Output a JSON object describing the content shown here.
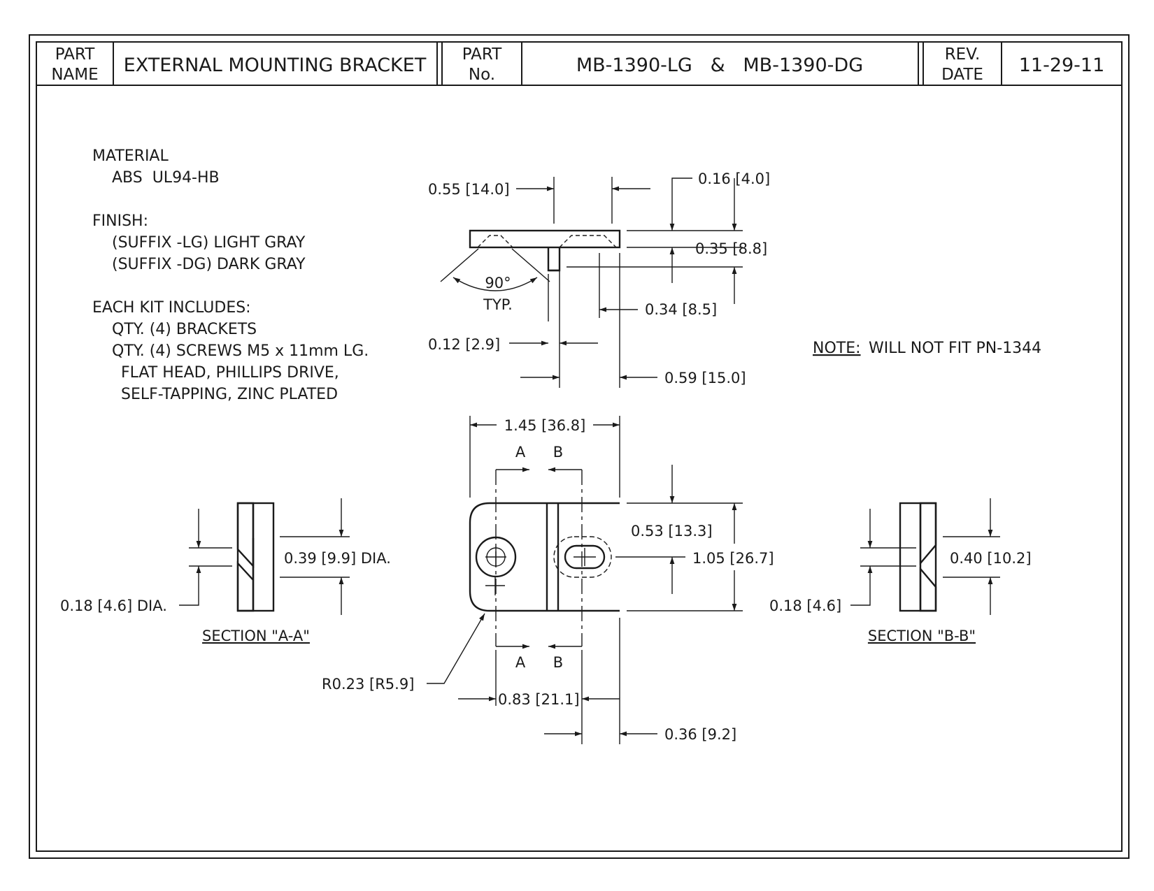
{
  "title_block": {
    "part_name_label_1": "PART",
    "part_name_label_2": "NAME",
    "part_name": "EXTERNAL MOUNTING BRACKET",
    "part_no_label_1": "PART",
    "part_no_label_2": "No.",
    "part_no": "MB-1390-LG   &   MB-1390-DG",
    "rev_label_1": "REV.",
    "rev_label_2": "DATE",
    "rev_date": "11-29-11"
  },
  "notes": {
    "material_heading": "MATERIAL",
    "material": "ABS  UL94-HB",
    "finish_heading": "FINISH:",
    "finish_lg": "(SUFFIX -LG) LIGHT GRAY",
    "finish_dg": "(SUFFIX -DG) DARK GRAY",
    "kit_heading": "EACH KIT INCLUDES:",
    "kit_1": "QTY. (4) BRACKETS",
    "kit_2": "QTY. (4) SCREWS M5 x 11mm LG.",
    "kit_3": "FLAT HEAD, PHILLIPS DRIVE,",
    "kit_4": "SELF-TAPPING, ZINC PLATED",
    "fit_note_label": "NOTE:",
    "fit_note": "WILL NOT FIT PN-1344"
  },
  "dimensions": {
    "d_055": "0.55 [14.0]",
    "d_016": "0.16 [4.0]",
    "d_035": "0.35 [8.8]",
    "angle": "90°",
    "angle_typ": "TYP.",
    "d_034": "0.34 [8.5]",
    "d_012": "0.12 [2.9]",
    "d_059": "0.59 [15.0]",
    "d_145": "1.45 [36.8]",
    "d_053": "0.53 [13.3]",
    "d_105": "1.05 [26.7]",
    "d_r023": "R0.23 [R5.9]",
    "d_083": "0.83 [21.1]",
    "d_036": "0.36 [9.2]",
    "d_039": "0.39 [9.9] DIA.",
    "d_018_dia": "0.18 [4.6] DIA.",
    "d_040": "0.40 [10.2]",
    "d_018": "0.18 [4.6]",
    "cut_a": "A",
    "cut_b": "B"
  },
  "sections": {
    "section_aa": "SECTION \"A-A\"",
    "section_bb": "SECTION \"B-B\""
  }
}
